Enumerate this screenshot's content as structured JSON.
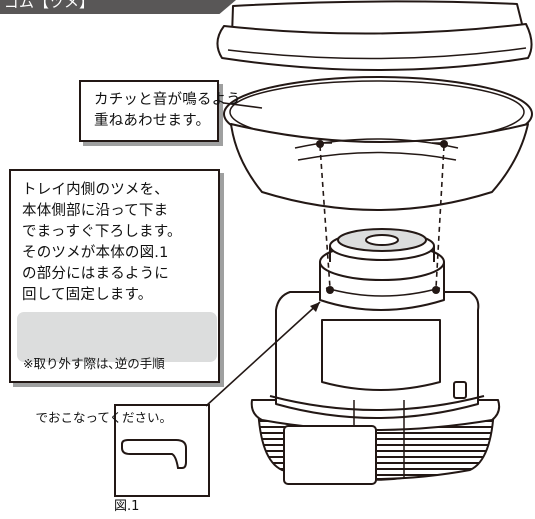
{
  "header_tab": "ゴム【ツメ】",
  "callout_top": {
    "lines": [
      "カチッと音が鳴るよう",
      "重ねあわせます。"
    ]
  },
  "callout_main": {
    "lines": [
      "トレイ内側のツメを、",
      "本体側部に沿って下ま",
      "でまっすぐ下ろします。",
      "そのツメが本体の図.1",
      "の部分にはまるように",
      "回して固定します。"
    ],
    "note_lines": [
      "※取り外す際は､逆の手順",
      "　でおこなってください。"
    ]
  },
  "figure_label": "図.1",
  "colors": {
    "line": "#231815",
    "tab": "#595757",
    "shadow": "#9fa0a0",
    "note_bg": "#dcdddd"
  }
}
